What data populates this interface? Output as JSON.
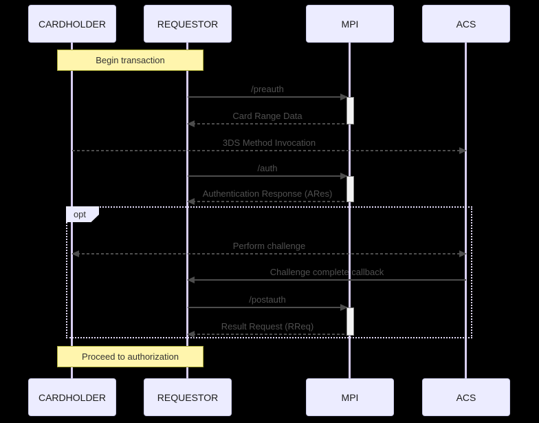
{
  "diagram": {
    "kind": "sequence-diagram",
    "background": "#000000",
    "colors": {
      "actor_fill": "#ECECFF",
      "actor_border": "#C9C9E8",
      "lifeline": "#D8CEF2",
      "note_fill": "#FFF5AD",
      "note_border": "#AAAA33",
      "message_line": "#4d4d4d",
      "message_text": "#515151",
      "activation_fill": "#F4F4F4",
      "activation_border": "#8a8a8a",
      "fragment_border": "#E4DCF8",
      "fragment_label_fill": "#ECECFF"
    },
    "actors": [
      {
        "id": "cardholder",
        "label": "CARDHOLDER"
      },
      {
        "id": "requestor",
        "label": "REQUESTOR"
      },
      {
        "id": "mpi",
        "label": "MPI"
      },
      {
        "id": "acs",
        "label": "ACS"
      }
    ],
    "notes": [
      {
        "label": "Begin transaction",
        "over": [
          "CARDHOLDER",
          "REQUESTOR"
        ]
      },
      {
        "label": "Proceed to authorization",
        "over": [
          "CARDHOLDER",
          "REQUESTOR"
        ]
      }
    ],
    "fragment": {
      "label": "opt",
      "contains": [
        "Perform challenge",
        "Challenge complete callback",
        "/postauth",
        "Result Request (RReq)"
      ]
    },
    "messages": [
      {
        "label": "/preauth",
        "from": "REQUESTOR",
        "to": "MPI",
        "line": "solid",
        "arrows": "to"
      },
      {
        "label": "Card Range Data",
        "from": "MPI",
        "to": "REQUESTOR",
        "line": "dashed",
        "arrows": "to"
      },
      {
        "label": "3DS Method Invocation",
        "from": "CARDHOLDER",
        "to": "ACS",
        "line": "dashed",
        "arrows": "to"
      },
      {
        "label": "/auth",
        "from": "REQUESTOR",
        "to": "MPI",
        "line": "solid",
        "arrows": "to"
      },
      {
        "label": "Authentication Response (ARes)",
        "from": "MPI",
        "to": "REQUESTOR",
        "line": "dashed",
        "arrows": "to"
      },
      {
        "label": "Perform challenge",
        "from": "CARDHOLDER",
        "to": "ACS",
        "line": "dashed",
        "arrows": "both"
      },
      {
        "label": "Challenge complete callback",
        "from": "ACS",
        "to": "REQUESTOR",
        "line": "solid",
        "arrows": "to"
      },
      {
        "label": "/postauth",
        "from": "REQUESTOR",
        "to": "MPI",
        "line": "solid",
        "arrows": "to"
      },
      {
        "label": "Result Request (RReq)",
        "from": "MPI",
        "to": "REQUESTOR",
        "line": "dashed",
        "arrows": "to"
      }
    ]
  }
}
